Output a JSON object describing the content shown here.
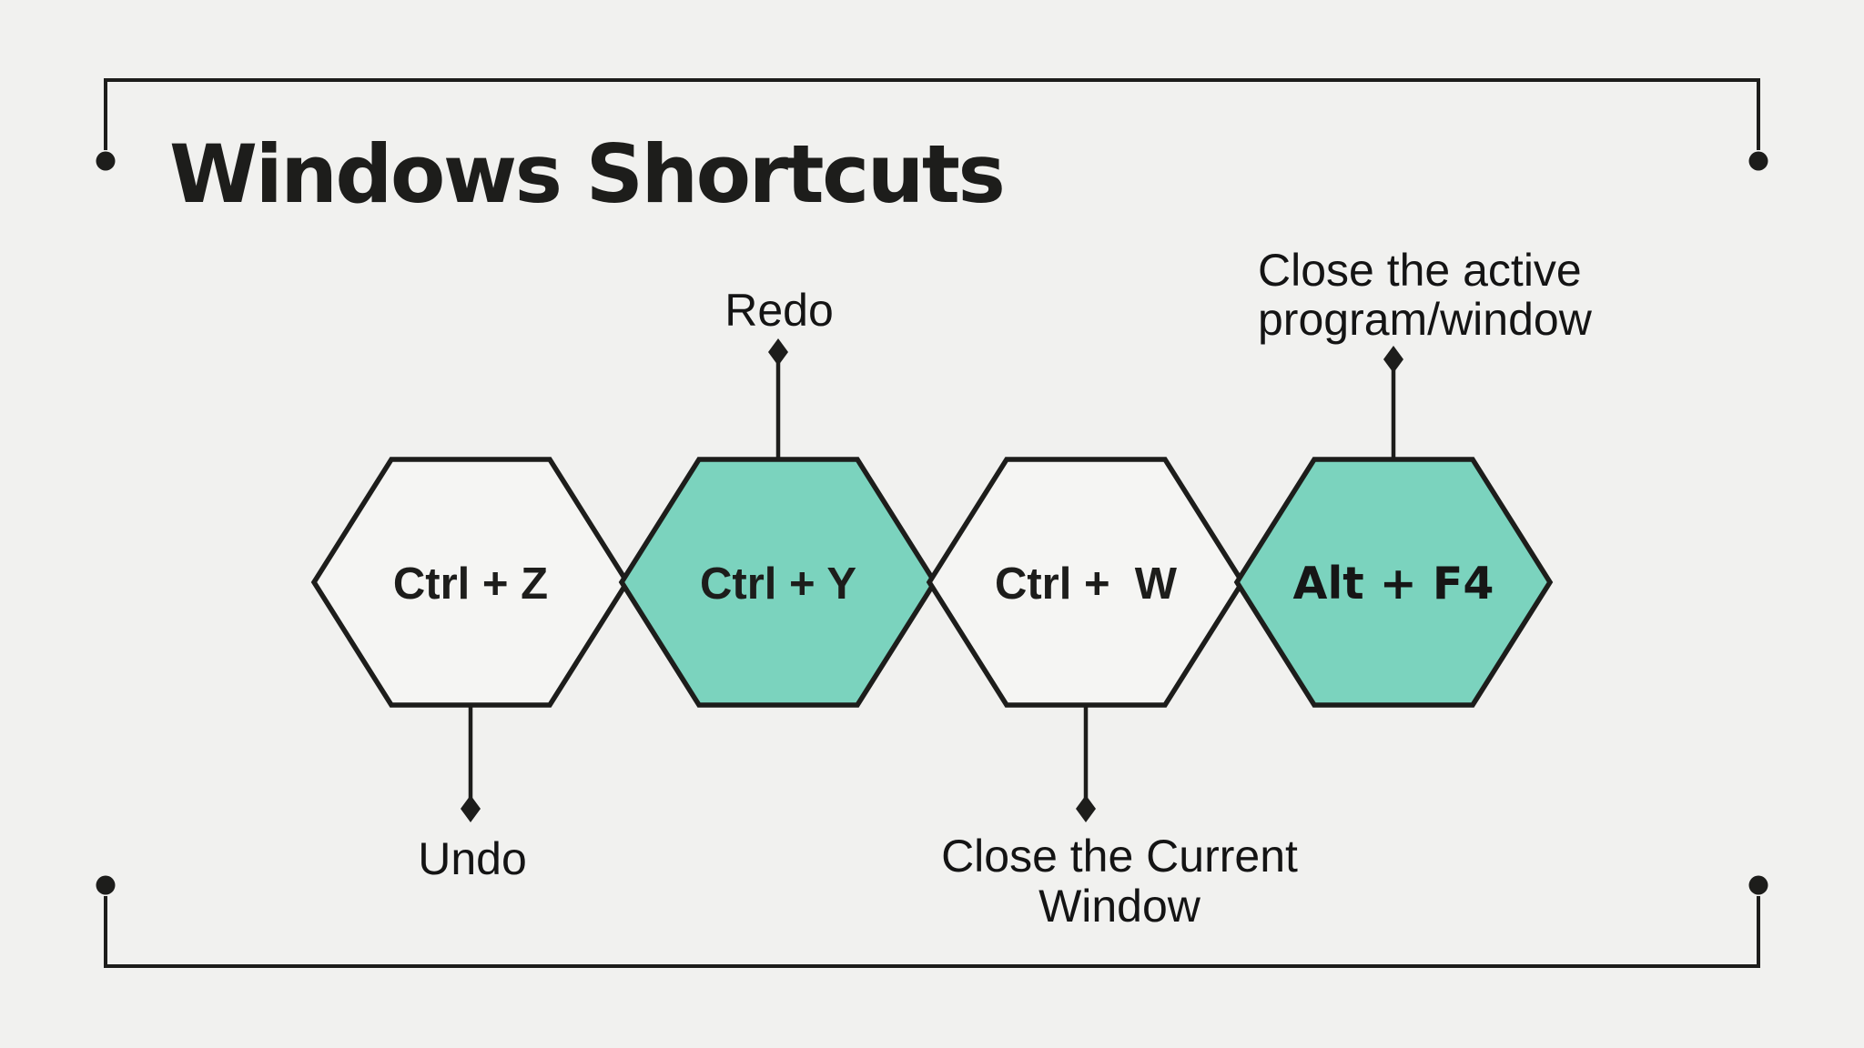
{
  "title": "Windows Shortcuts",
  "colors": {
    "background": "#F1F1EF",
    "ink": "#1D1D1B",
    "teal": "#7BD3BE",
    "hex_white": "#F5F5F3"
  },
  "hexagons": [
    {
      "shortcut": "Ctrl + Z",
      "description": "Undo",
      "fill": "white",
      "label_position": "below"
    },
    {
      "shortcut": "Ctrl + Y",
      "description": "Redo",
      "fill": "teal",
      "label_position": "above"
    },
    {
      "shortcut": "Ctrl +  W",
      "description": "Close the Current Window",
      "fill": "white",
      "label_position": "below"
    },
    {
      "shortcut": "Alt + F4",
      "description": "Close the active program/window",
      "fill": "teal",
      "label_position": "above"
    }
  ],
  "annotations": {
    "undo": {
      "lines": [
        "Undo"
      ]
    },
    "redo": {
      "lines": [
        "Redo"
      ]
    },
    "close_current": {
      "lines": [
        "Close the Current",
        "Window"
      ]
    },
    "close_active": {
      "lines": [
        "Close the active",
        "program/window"
      ]
    }
  }
}
